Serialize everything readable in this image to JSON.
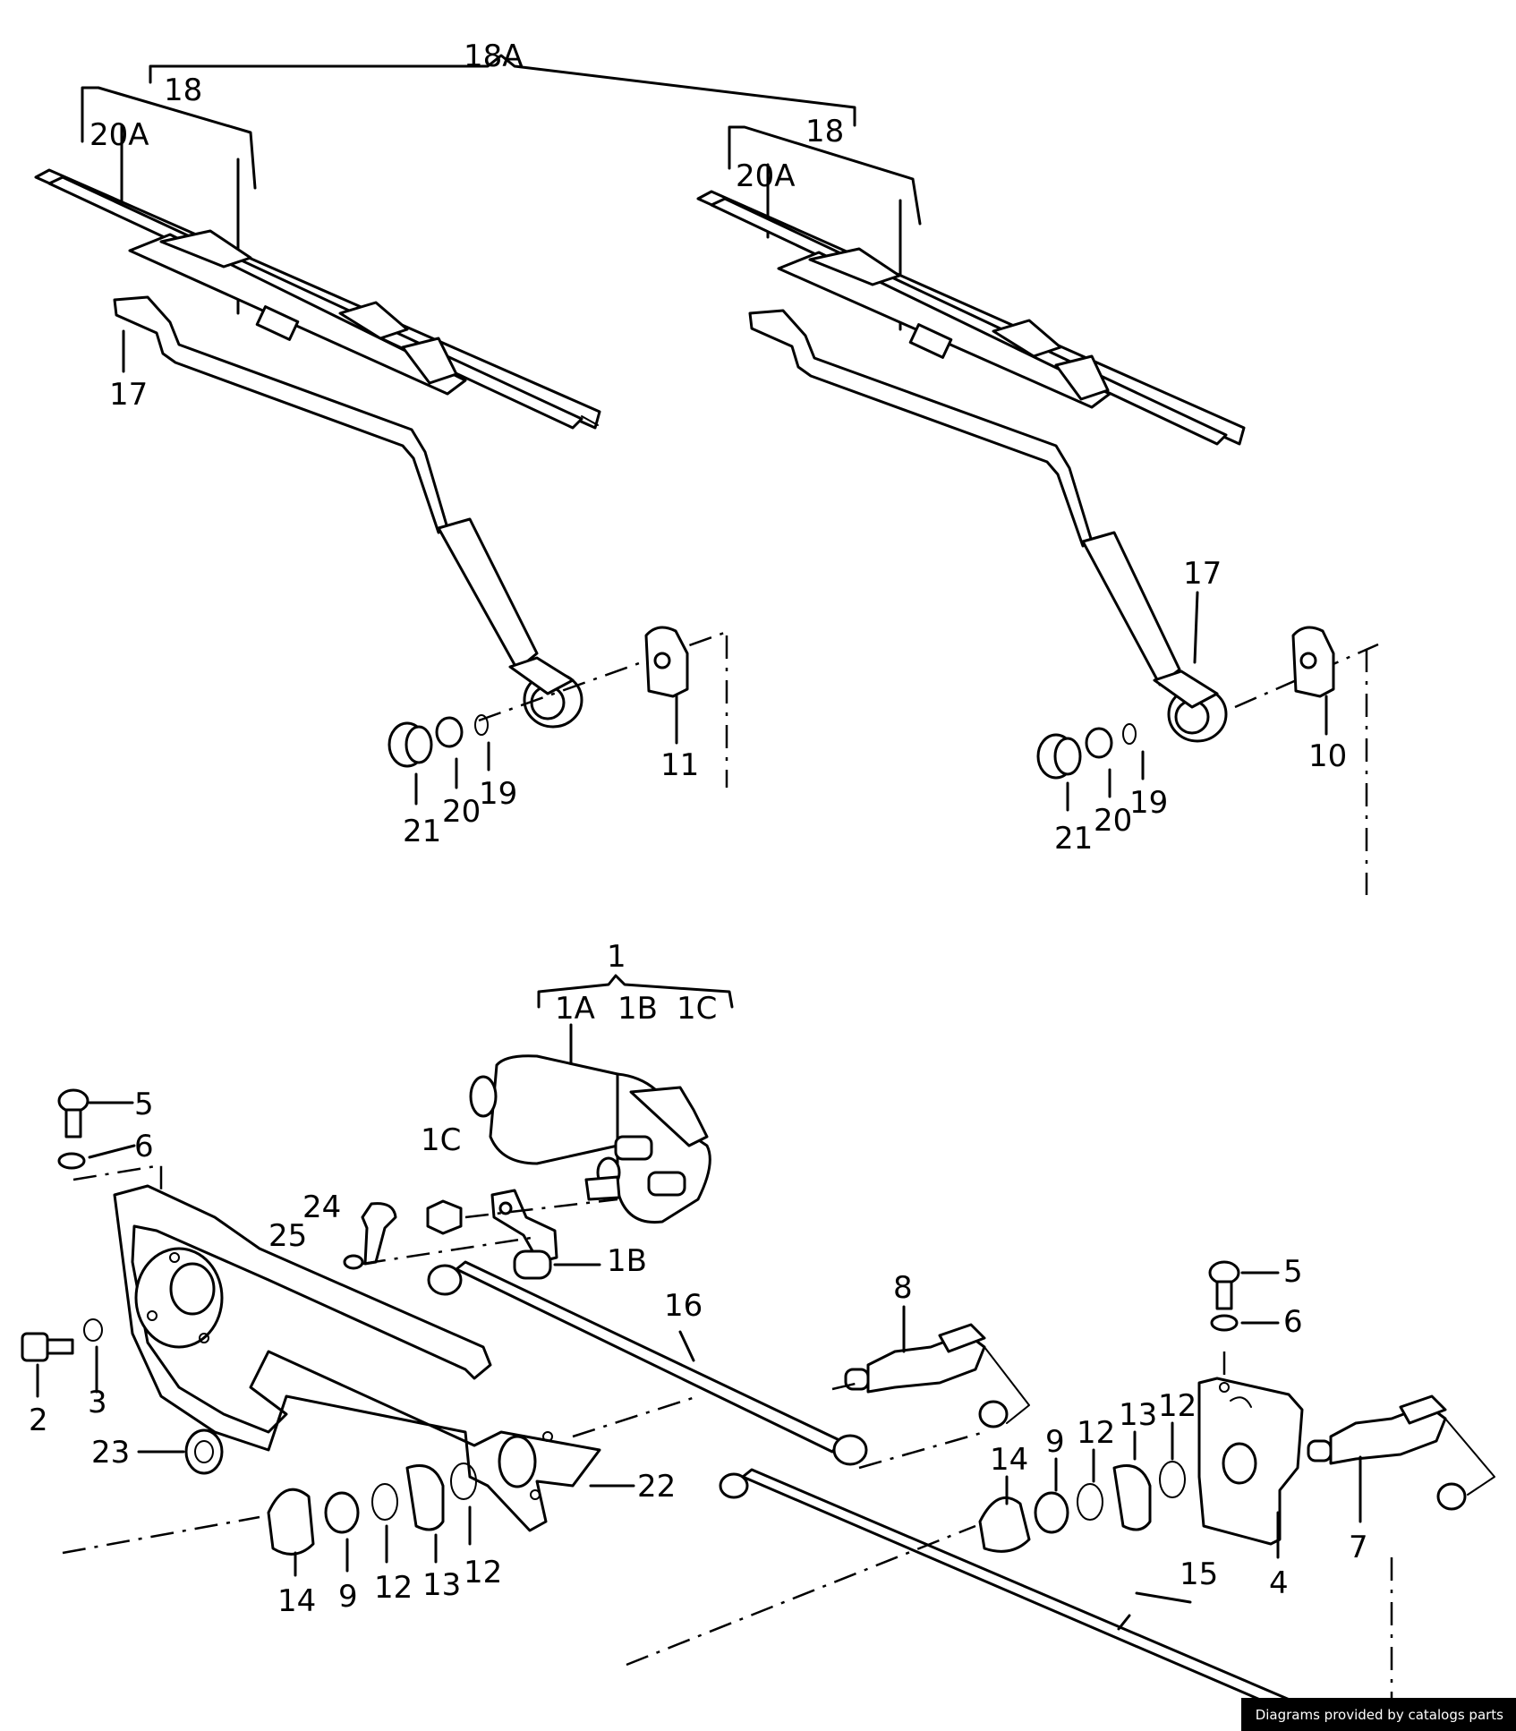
{
  "labels": {
    "l18A": "18A",
    "l18": "18",
    "l20A": "20A",
    "l17": "17",
    "l11": "11",
    "l10": "10",
    "l19": "19",
    "l20": "20",
    "l21": "21",
    "l1": "1",
    "l1A": "1A",
    "l1B": "1B",
    "l1C": "1C",
    "l2": "2",
    "l3": "3",
    "l4": "4",
    "l5": "5",
    "l6": "6",
    "l7": "7",
    "l8": "8",
    "l9": "9",
    "l12": "12",
    "l13": "13",
    "l14": "14",
    "l15": "15",
    "l16": "16",
    "l22": "22",
    "l23": "23",
    "l24": "24",
    "l25": "25"
  },
  "credit": "Diagrams provided by catalogs parts"
}
